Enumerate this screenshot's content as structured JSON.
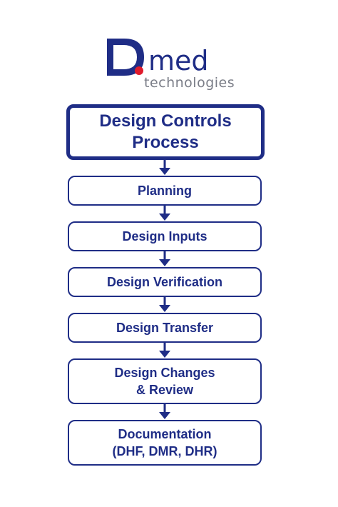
{
  "logo": {
    "brand_d": "D",
    "brand_rest": ".med",
    "tagline": "technologies",
    "navy": "#1f2d86",
    "red": "#e01b2c",
    "gray": "#7a7d87"
  },
  "flow": {
    "title": "Design Controls Process",
    "title_line1": "Design Controls",
    "title_line2": "Process",
    "steps": [
      {
        "line1": "Planning",
        "line2": ""
      },
      {
        "line1": "Design Inputs",
        "line2": ""
      },
      {
        "line1": "Design Verification",
        "line2": ""
      },
      {
        "line1": "Design Transfer",
        "line2": ""
      },
      {
        "line1": "Design Changes",
        "line2": "& Review"
      },
      {
        "line1": "Documentation",
        "line2": "(DHF, DMR, DHR)"
      }
    ]
  }
}
